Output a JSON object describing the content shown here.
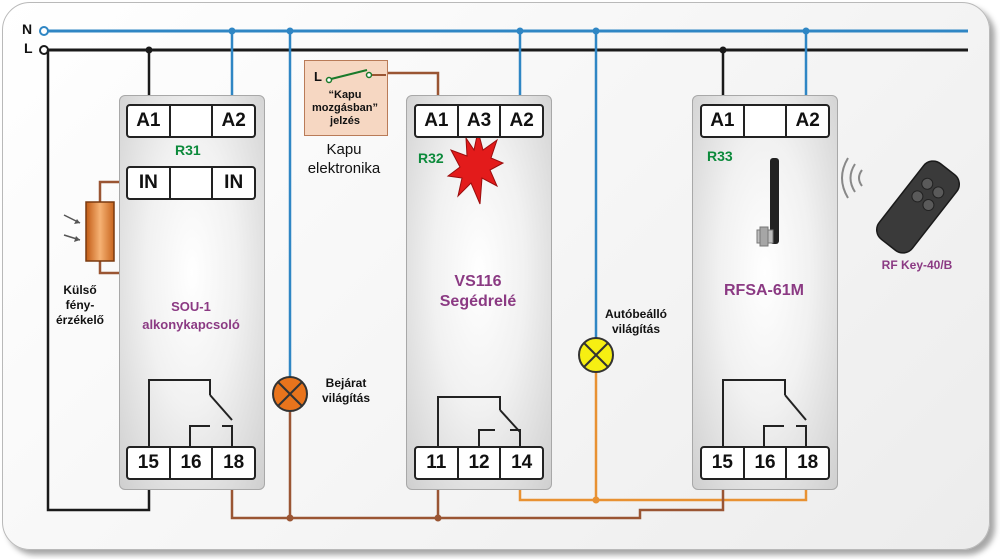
{
  "rails": {
    "n": "N",
    "l": "L"
  },
  "modules": [
    {
      "ref": "R31",
      "top_terminals": [
        "A1",
        "",
        "A2"
      ],
      "in_terminals": [
        "IN",
        "",
        "IN"
      ],
      "bottom_terminals": [
        "15",
        "16",
        "18"
      ],
      "name_line1": "SOU-1",
      "name_line2": "alkonykapcsoló"
    },
    {
      "ref": "R32",
      "top_terminals": [
        "A1",
        "A3",
        "A2"
      ],
      "bottom_terminals": [
        "11",
        "12",
        "14"
      ],
      "name_line1": "VS116",
      "name_line2": "Segédrelé"
    },
    {
      "ref": "R33",
      "top_terminals": [
        "A1",
        "",
        "A2"
      ],
      "bottom_terminals": [
        "15",
        "16",
        "18"
      ],
      "name_line1": "RFSA-61M",
      "name_line2": ""
    }
  ],
  "sensor": {
    "line1": "Külső",
    "line2": "fény-",
    "line3": "érzékelő"
  },
  "gate_signal": {
    "switch_label": "L",
    "line1": "“Kapu",
    "line2": "mozgásban”",
    "line3": "jelzés",
    "caption_line1": "Kapu",
    "caption_line2": "elektronika"
  },
  "lamp_entrance": {
    "line1": "Bejárat",
    "line2": "világítás",
    "color": "#e9741c"
  },
  "lamp_driveway": {
    "line1": "Autóbeálló",
    "line2": "világítás",
    "color": "#f6ef12"
  },
  "remote": {
    "label": "RF Key-40/B"
  },
  "colors": {
    "neutral": "#2f86c4",
    "live": "#1a1a1a",
    "brown": "#9a5533",
    "orange": "#e89132",
    "label_green": "#0c8a3b",
    "name_purple": "#8b3a83"
  }
}
